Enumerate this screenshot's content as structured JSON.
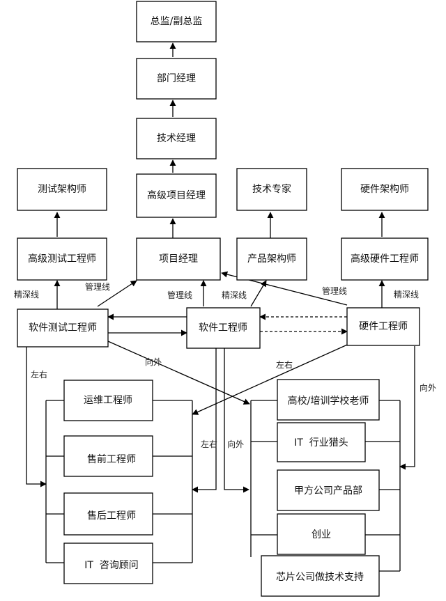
{
  "nodes": {
    "director": "总监/副总监",
    "dept_manager": "部门经理",
    "tech_manager": "技术经理",
    "senior_pm": "高级项目经理",
    "pm": "项目经理",
    "test_architect": "测试架构师",
    "senior_test_engineer": "高级测试工程师",
    "tech_expert": "技术专家",
    "product_architect": "产品架构师",
    "hw_architect": "硬件架构师",
    "senior_hw_engineer": "高级硬件工程师",
    "sw_test_engineer": "软件测试工程师",
    "sw_engineer": "软件工程师",
    "hw_engineer": "硬件工程师",
    "ops_engineer": "运维工程师",
    "presales_engineer": "售前工程师",
    "aftersales_engineer": "售后工程师",
    "it_consultant": "IT  咨询顾问",
    "teacher": "高校/培训学校老师",
    "headhunter": "IT  行业猎头",
    "client_product_dept": "甲方公司产品部",
    "startup": "创业",
    "chip_support": "芯片公司做技术支持"
  },
  "edge_labels": {
    "deep_left": "精深线",
    "mgmt_left": "管理线",
    "mgmt_center": "管理线",
    "deep_center": "精深线",
    "mgmt_right": "管理线",
    "deep_right": "精深线",
    "lateral_left": "左右",
    "outward_center": "向外",
    "lateral_right": "左右",
    "outward_right": "向外",
    "lateral_mid": "左右",
    "outward_mid": "向外"
  }
}
